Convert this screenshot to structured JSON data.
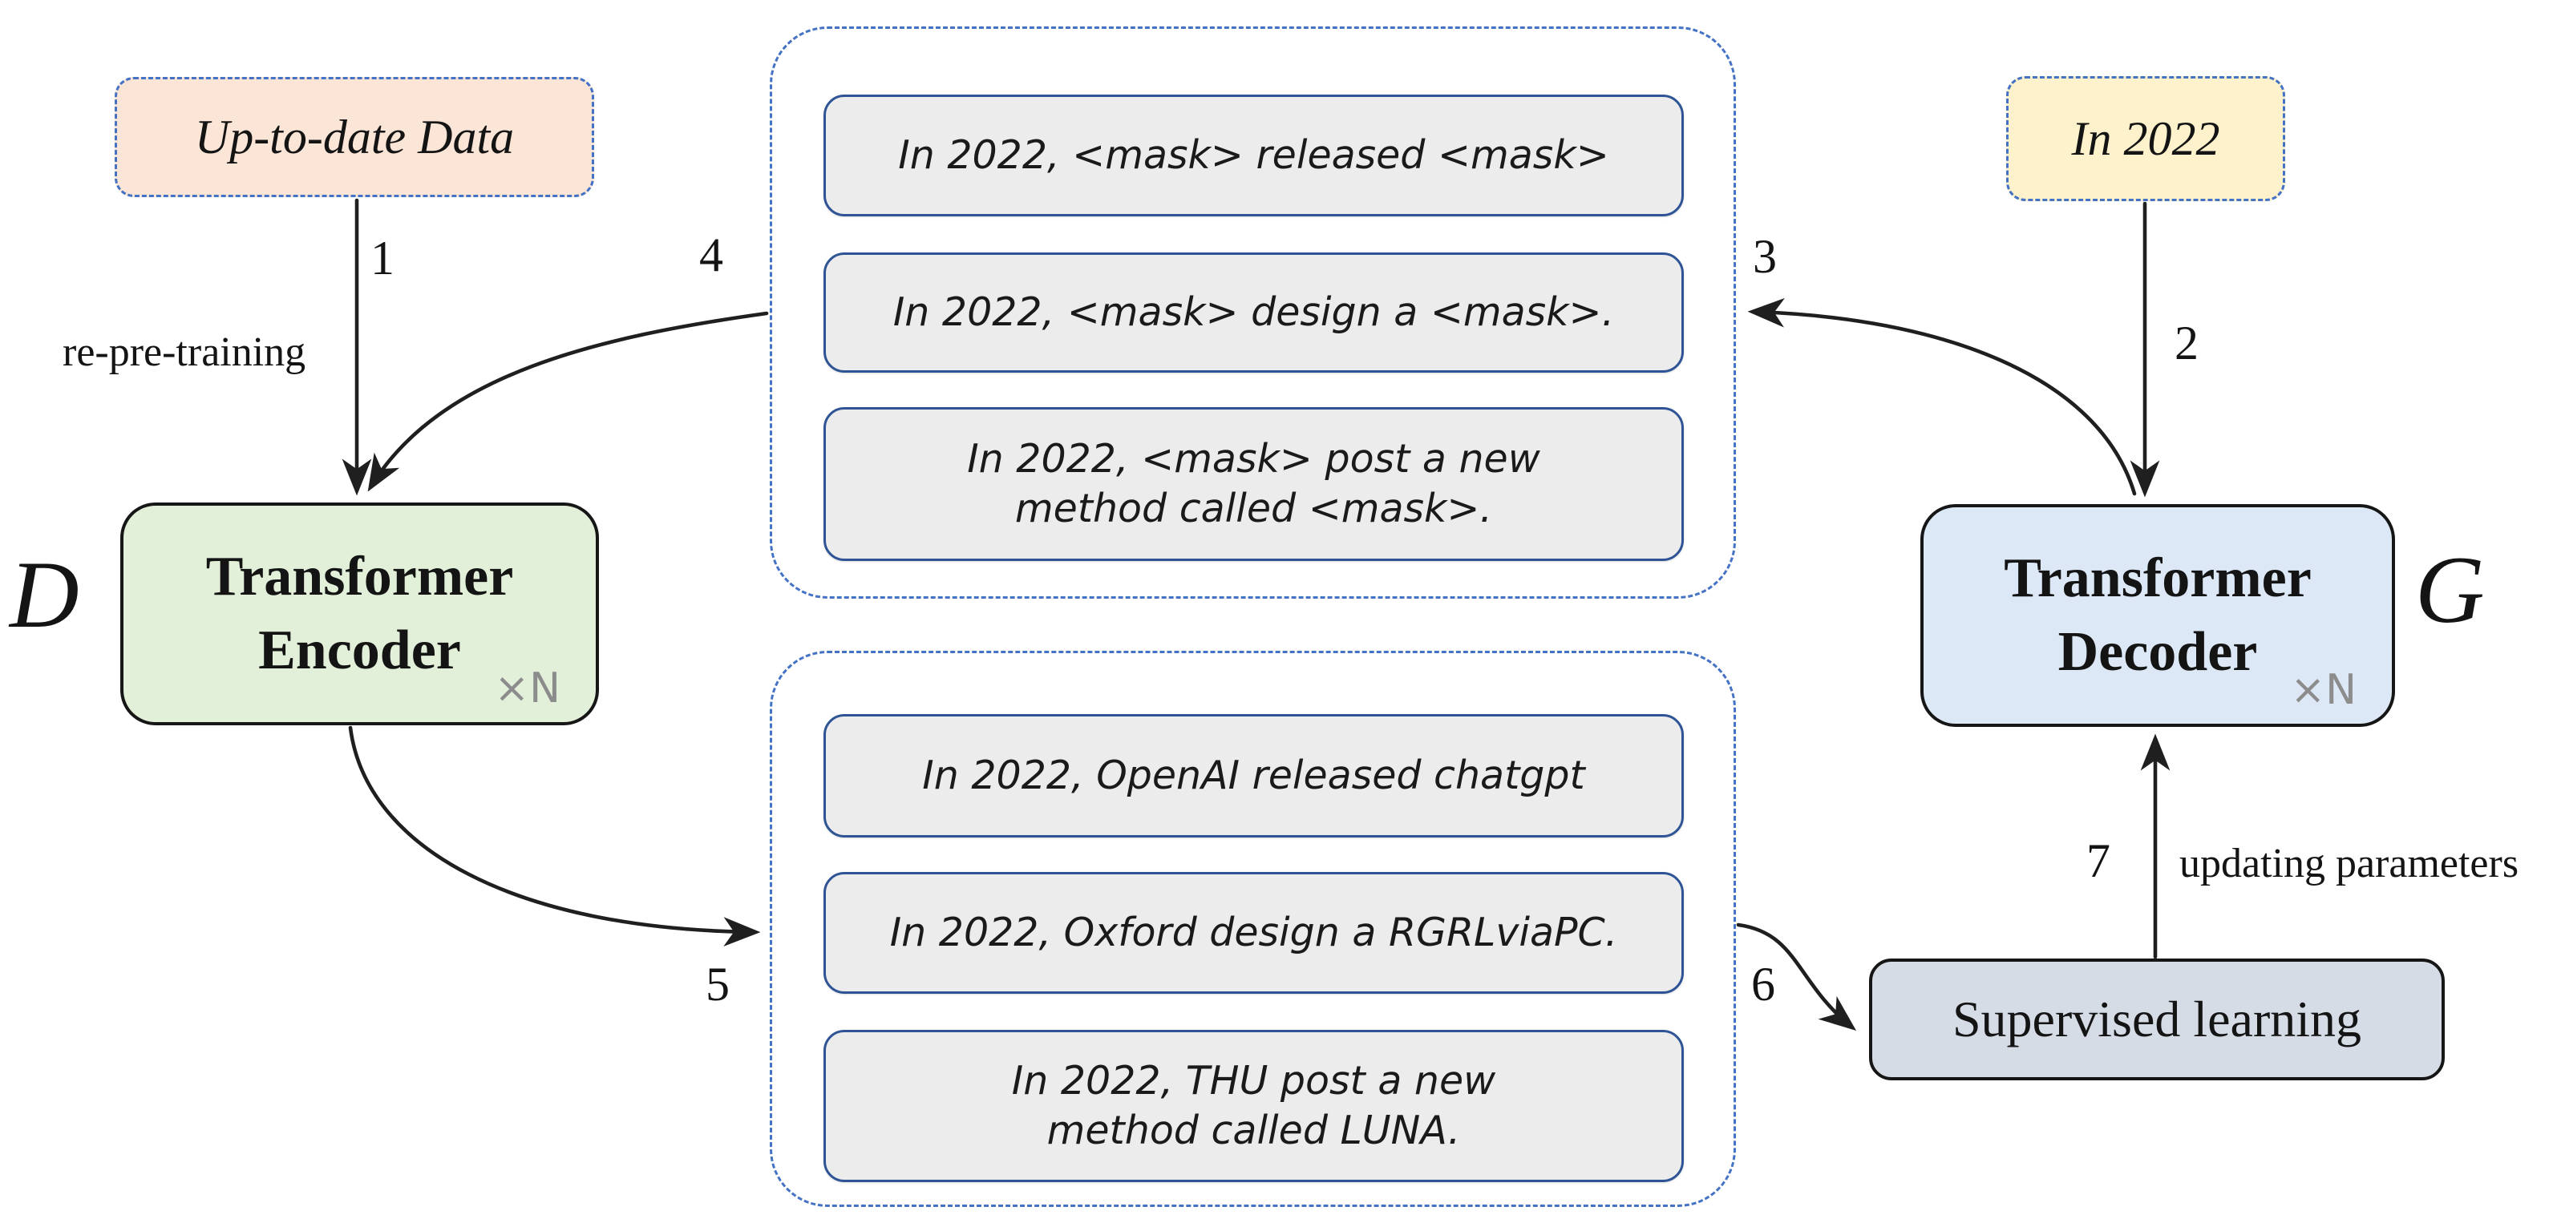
{
  "title": "Re-pre-training and supervised generation pipeline diagram",
  "colors": {
    "bg": "#ffffff",
    "dash_blue": "#4472c4",
    "box_border_blue": "#2f5496",
    "peach": "#fbe5d6",
    "gold": "#fdf2cc",
    "green": "#e2f0d9",
    "blue": "#dce8f5",
    "gray_box": "#ececec",
    "slate": "#d6dce5",
    "arrow": "#1f1f1f",
    "muted": "#8c8c8c"
  },
  "nodes": {
    "up_to_date_data": {
      "label": "Up-to-date Data"
    },
    "in_2022": {
      "label": "In 2022"
    },
    "encoder": {
      "title": "Transformer\nEncoder",
      "multiplier": "×N",
      "symbol": "D"
    },
    "decoder": {
      "title": "Transformer\nDecoder",
      "multiplier": "×N",
      "symbol": "G"
    },
    "supervised": {
      "label": "Supervised learning"
    }
  },
  "masked_group": {
    "sentences": [
      "In 2022, <mask> released <mask>",
      "In 2022, <mask> design a <mask>.",
      "In 2022, <mask> post a new\nmethod called <mask>."
    ]
  },
  "generated_group": {
    "sentences": [
      "In 2022, OpenAI released chatgpt",
      "In 2022, Oxford design a RGRLviaPC.",
      "In 2022, THU post a new\nmethod called LUNA."
    ]
  },
  "arrows": {
    "step1": {
      "num": "1",
      "label": "re-pre-training"
    },
    "step2": {
      "num": "2"
    },
    "step3": {
      "num": "3"
    },
    "step4": {
      "num": "4"
    },
    "step5": {
      "num": "5"
    },
    "step6": {
      "num": "6"
    },
    "step7": {
      "num": "7",
      "label": "updating parameters"
    }
  }
}
